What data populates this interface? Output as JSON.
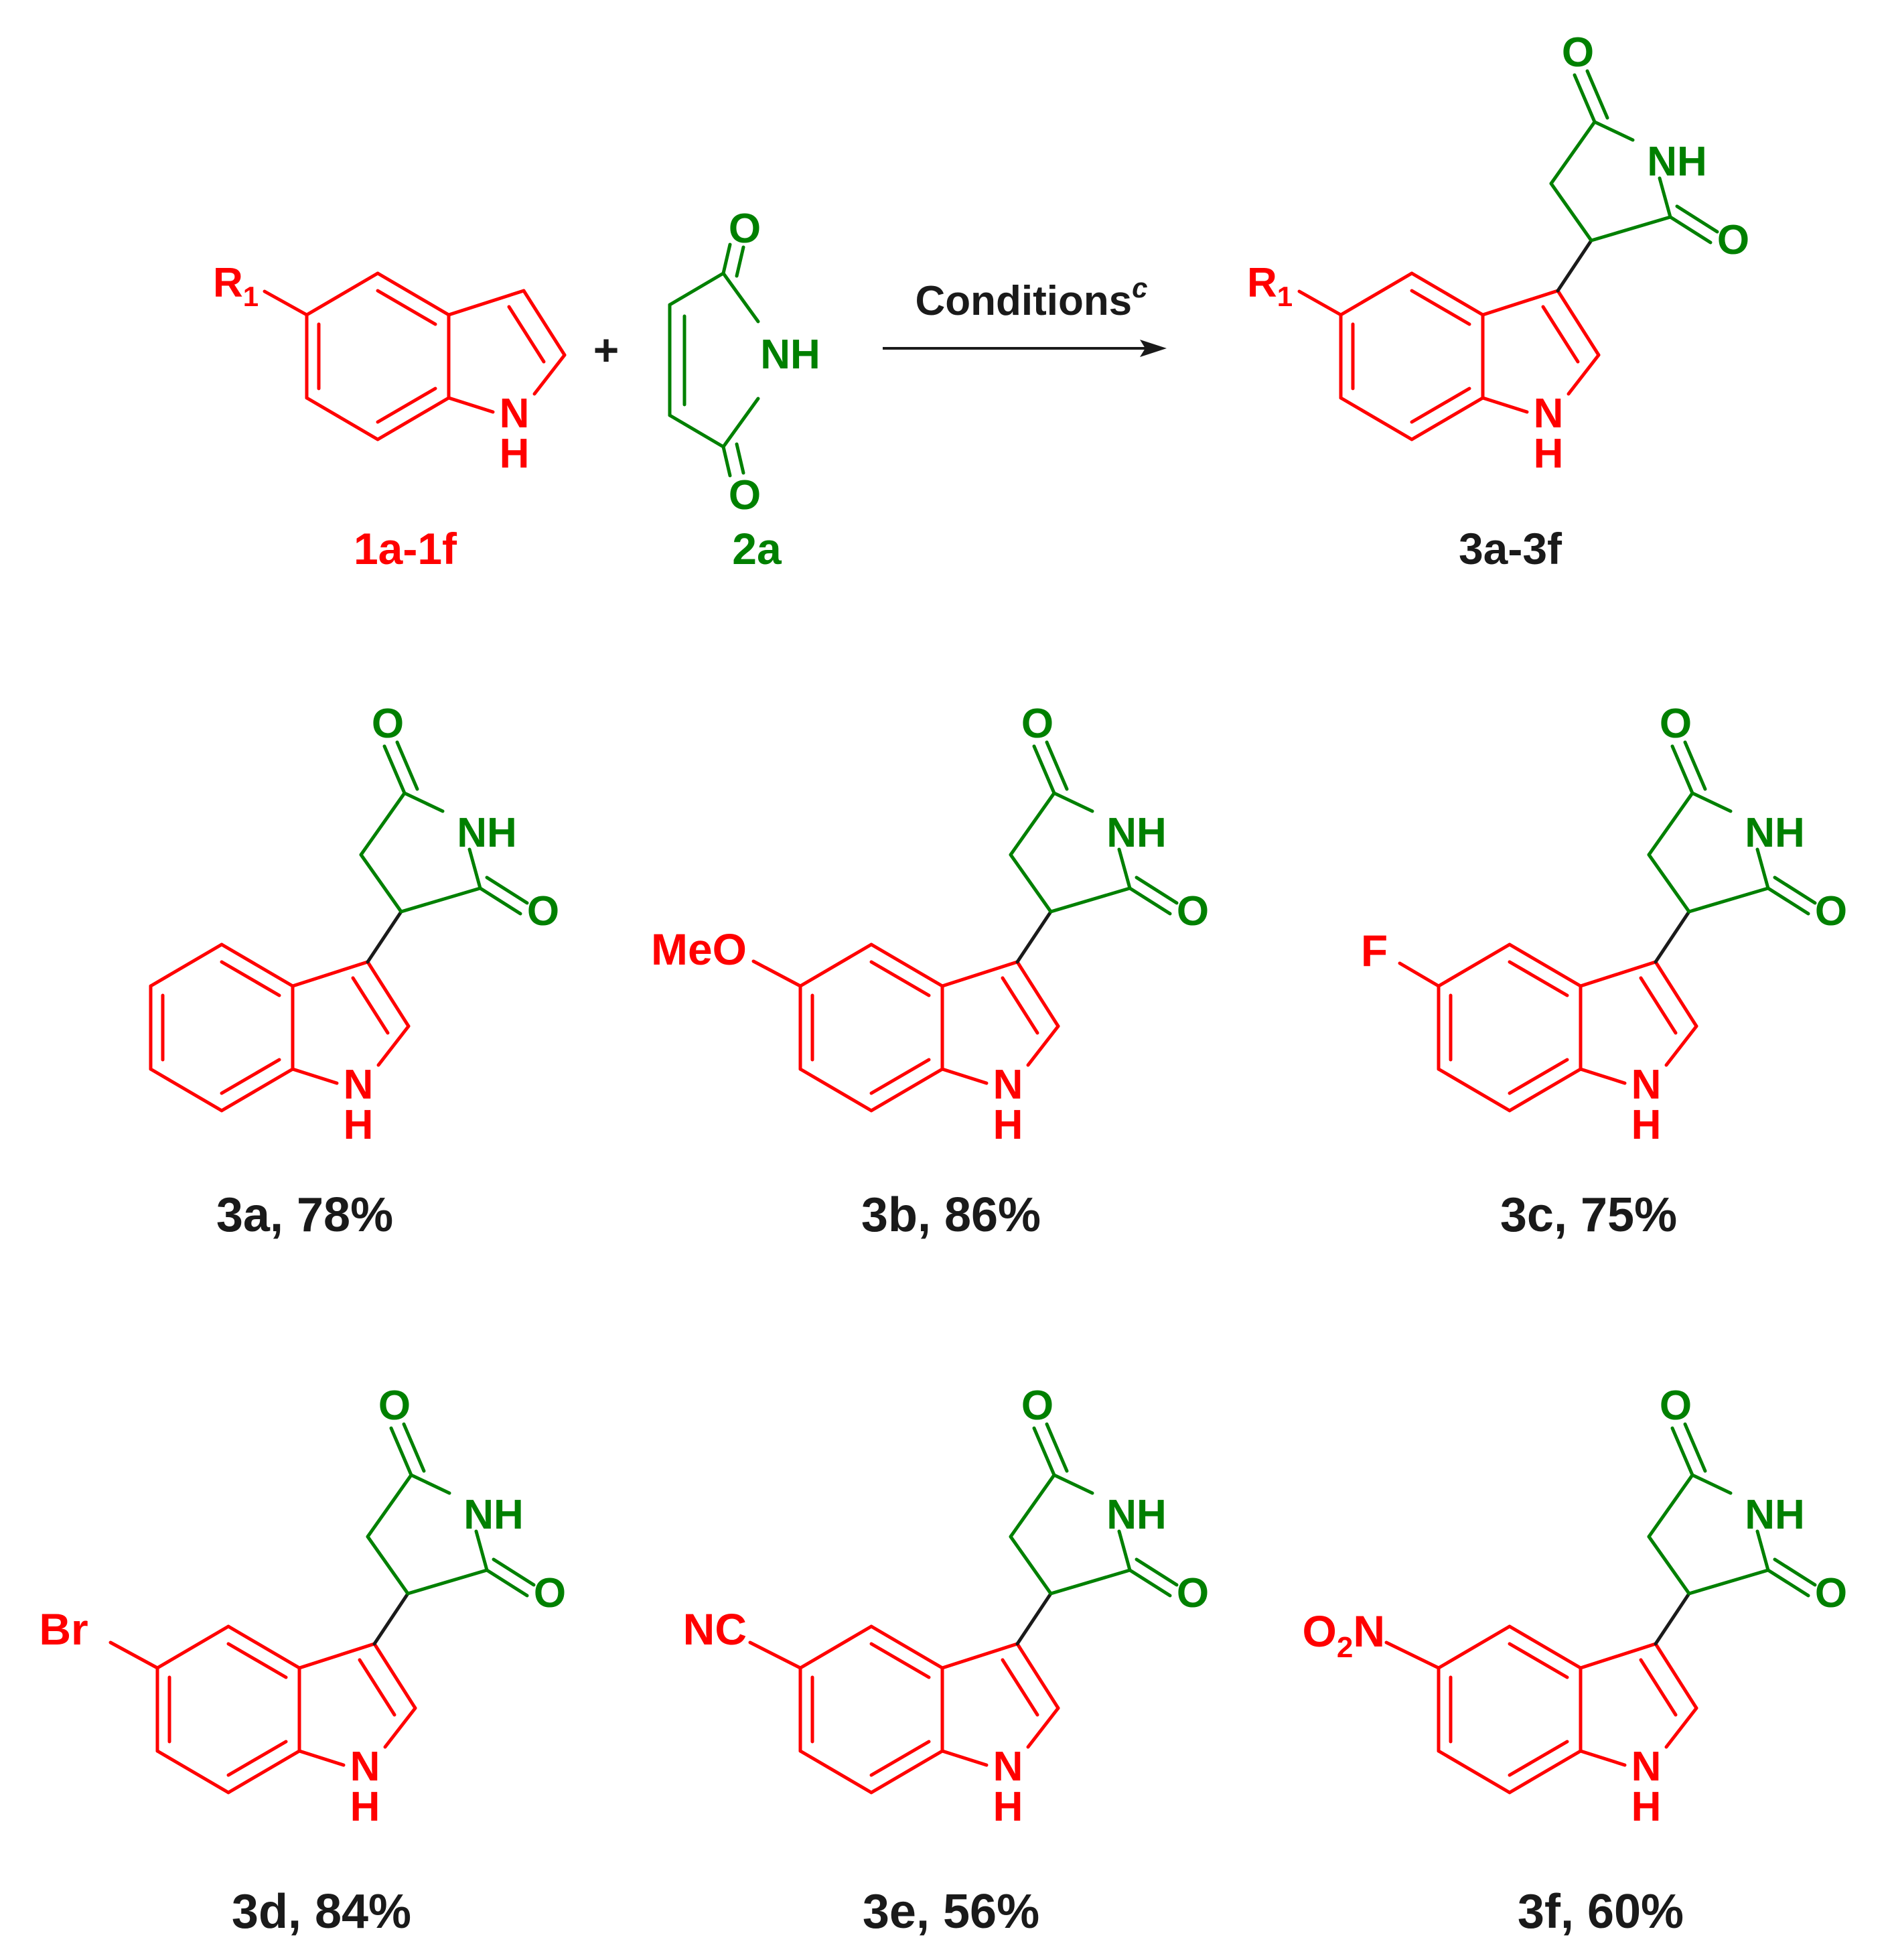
{
  "colors": {
    "indole": "#ff0000",
    "succinimide": "#008000",
    "text": "#1a1a1a"
  },
  "reaction": {
    "reactant1": {
      "label": "1a-1f",
      "substituent": "R",
      "substituent_subscript": "1",
      "nh_label": "N",
      "h_label": "H"
    },
    "plus": "+",
    "reactant2": {
      "label": "2a",
      "o_top": "O",
      "o_bottom": "O",
      "nh_label": "NH"
    },
    "arrow": {
      "label": "Conditions",
      "superscript": "c"
    },
    "product": {
      "label": "3a-3f",
      "substituent": "R",
      "substituent_subscript": "1"
    }
  },
  "products": [
    {
      "id": "3a",
      "caption": "3a, 78%",
      "substituent": ""
    },
    {
      "id": "3b",
      "caption": "3b, 86%",
      "substituent": "MeO"
    },
    {
      "id": "3c",
      "caption": "3c, 75%",
      "substituent": "F"
    },
    {
      "id": "3d",
      "caption": "3d, 84%",
      "substituent": "Br"
    },
    {
      "id": "3e",
      "caption": "3e, 56%",
      "substituent": "NC"
    },
    {
      "id": "3f",
      "caption": "3f, 60%",
      "substituent": "O",
      "substituent_subscript": "2",
      "substituent_tail": "N"
    }
  ],
  "atom_labels": {
    "O": "O",
    "NH": "NH",
    "N": "N",
    "H": "H"
  }
}
